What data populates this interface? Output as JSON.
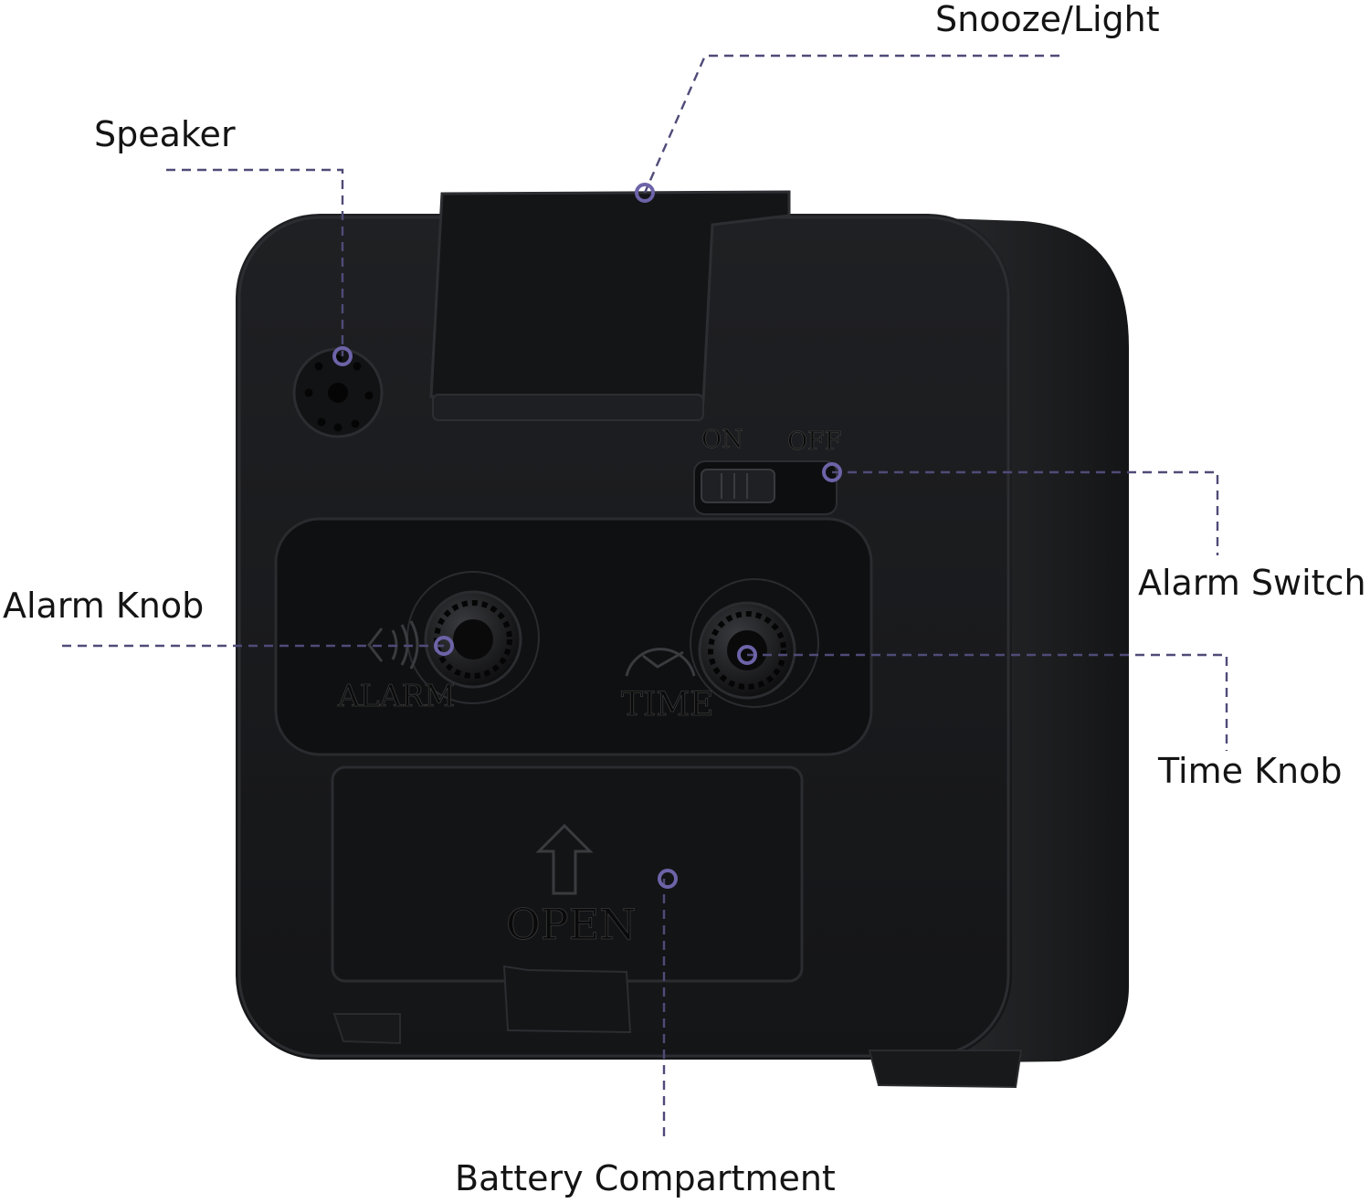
{
  "colors": {
    "body": "#1b1c1e",
    "face": "#161719",
    "panel": "#111214",
    "leader": "#4f4b78",
    "marker": "#6c63a8",
    "label": "#141414"
  },
  "device": {
    "switch": {
      "on": "ON",
      "off": "OFF"
    },
    "knobs": {
      "alarm": "ALARM",
      "time": "TIME",
      "alarm_icon": "bell-sound-icon",
      "time_icon": "clock-icon"
    },
    "battery": {
      "open": "OPEN",
      "icon": "arrow-up-icon"
    }
  },
  "callouts": {
    "snooze_light": "Snooze/Light",
    "speaker": "Speaker",
    "alarm_knob": "Alarm Knob",
    "alarm_switch": "Alarm Switch",
    "time_knob": "Time Knob",
    "battery_compartment": "Battery Compartment"
  }
}
